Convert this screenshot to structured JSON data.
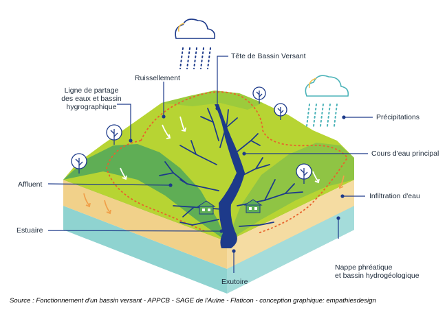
{
  "labels": {
    "tete_bassin": "Tête de Bassin Versant",
    "ruissellement": "Ruissellement",
    "ligne_partage": "Ligne de partage\ndes eaux et bassin\nhygrographique",
    "precipitations": "Précipitations",
    "cours_eau": "Cours d'eau principal",
    "affluent": "Affluent",
    "infiltration": "Infiltration d'eau",
    "estuaire": "Estuaire",
    "nappe": "Nappe phréatique\net bassin hydrogéologique",
    "exutoire": "Exutoire"
  },
  "caption": "Source : Fonctionnement d'un bassin versant - APPCB - SAGE de l'Aulne - Flaticon - conception graphique: empathiesdesign",
  "colors": {
    "hill_light": "#b7d433",
    "hill_mid": "#8fc444",
    "hill_dark": "#5fae55",
    "sand": "#f1d18a",
    "water_layer": "#8fd3d0",
    "river": "#1d3a8a",
    "rain_dark": "#1d3a8a",
    "rain_teal": "#4bb3b8",
    "divide_line": "#e8622c",
    "leader": "#1d3a8a"
  }
}
